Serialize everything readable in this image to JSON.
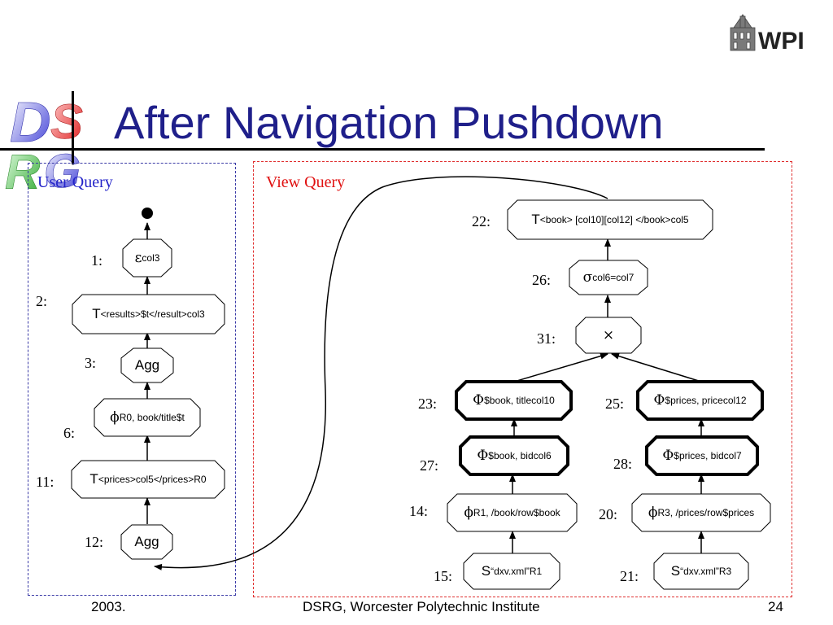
{
  "slide": {
    "title": "After Navigation Pushdown",
    "user_query_label": "User Query",
    "view_query_label": "View Query",
    "wpi_logo_text": "WPI",
    "dsrg_logo_letters": "DSRG"
  },
  "user_query": {
    "steps": [
      "1:",
      "2:",
      "3:",
      "6:",
      "11:",
      "12:"
    ],
    "nodes": {
      "n1_sym": "ε",
      "n1_sub": "col3",
      "n2_sym": "T",
      "n2_sub": "<results>$t</result>",
      "n2_sup": "col3",
      "n3": "Agg",
      "n6_sym": "ϕ",
      "n6_sub": "R0, book/title",
      "n6_sup": "$t",
      "n11_sym": "T",
      "n11_sub": "<prices>col5</prices>",
      "n11_sup": "R0",
      "n12": "Agg"
    }
  },
  "view_query": {
    "steps": [
      "22:",
      "26:",
      "31:",
      "23:",
      "25:",
      "27:",
      "28:",
      "14:",
      "20:",
      "15:",
      "21:"
    ],
    "nodes": {
      "n22_sym": "T",
      "n22_sub": "<book> [col10][col12] </book>",
      "n22_sup": "col5",
      "n26_sym": "σ",
      "n26_sub": "col6=col7",
      "n31": "×",
      "n23_sym": "Φ",
      "n23_sub": "$book, title",
      "n23_sup": "col10",
      "n25_sym": "Φ",
      "n25_sub": "$prices, price",
      "n25_sup": "col12",
      "n27_sym": "Φ",
      "n27_sub": "$book, bid",
      "n27_sup": "col6",
      "n28_sym": "Φ",
      "n28_sub": "$prices, bid",
      "n28_sup": "col7",
      "n14_sym": "ϕ",
      "n14_sub": "R1, /book/row",
      "n14_sup": "$book",
      "n20_sym": "ϕ",
      "n20_sub": "R3, /prices/row",
      "n20_sup": "$prices",
      "n15_sym": "S",
      "n15_sub": "“dxv.xml”",
      "n15_sup": "R1",
      "n21_sym": "S",
      "n21_sub": "“dxv.xml”",
      "n21_sup": "R3"
    }
  },
  "footer": {
    "left": "2003.",
    "center": "DSRG,  Worcester Polytechnic Institute",
    "page": "24"
  }
}
